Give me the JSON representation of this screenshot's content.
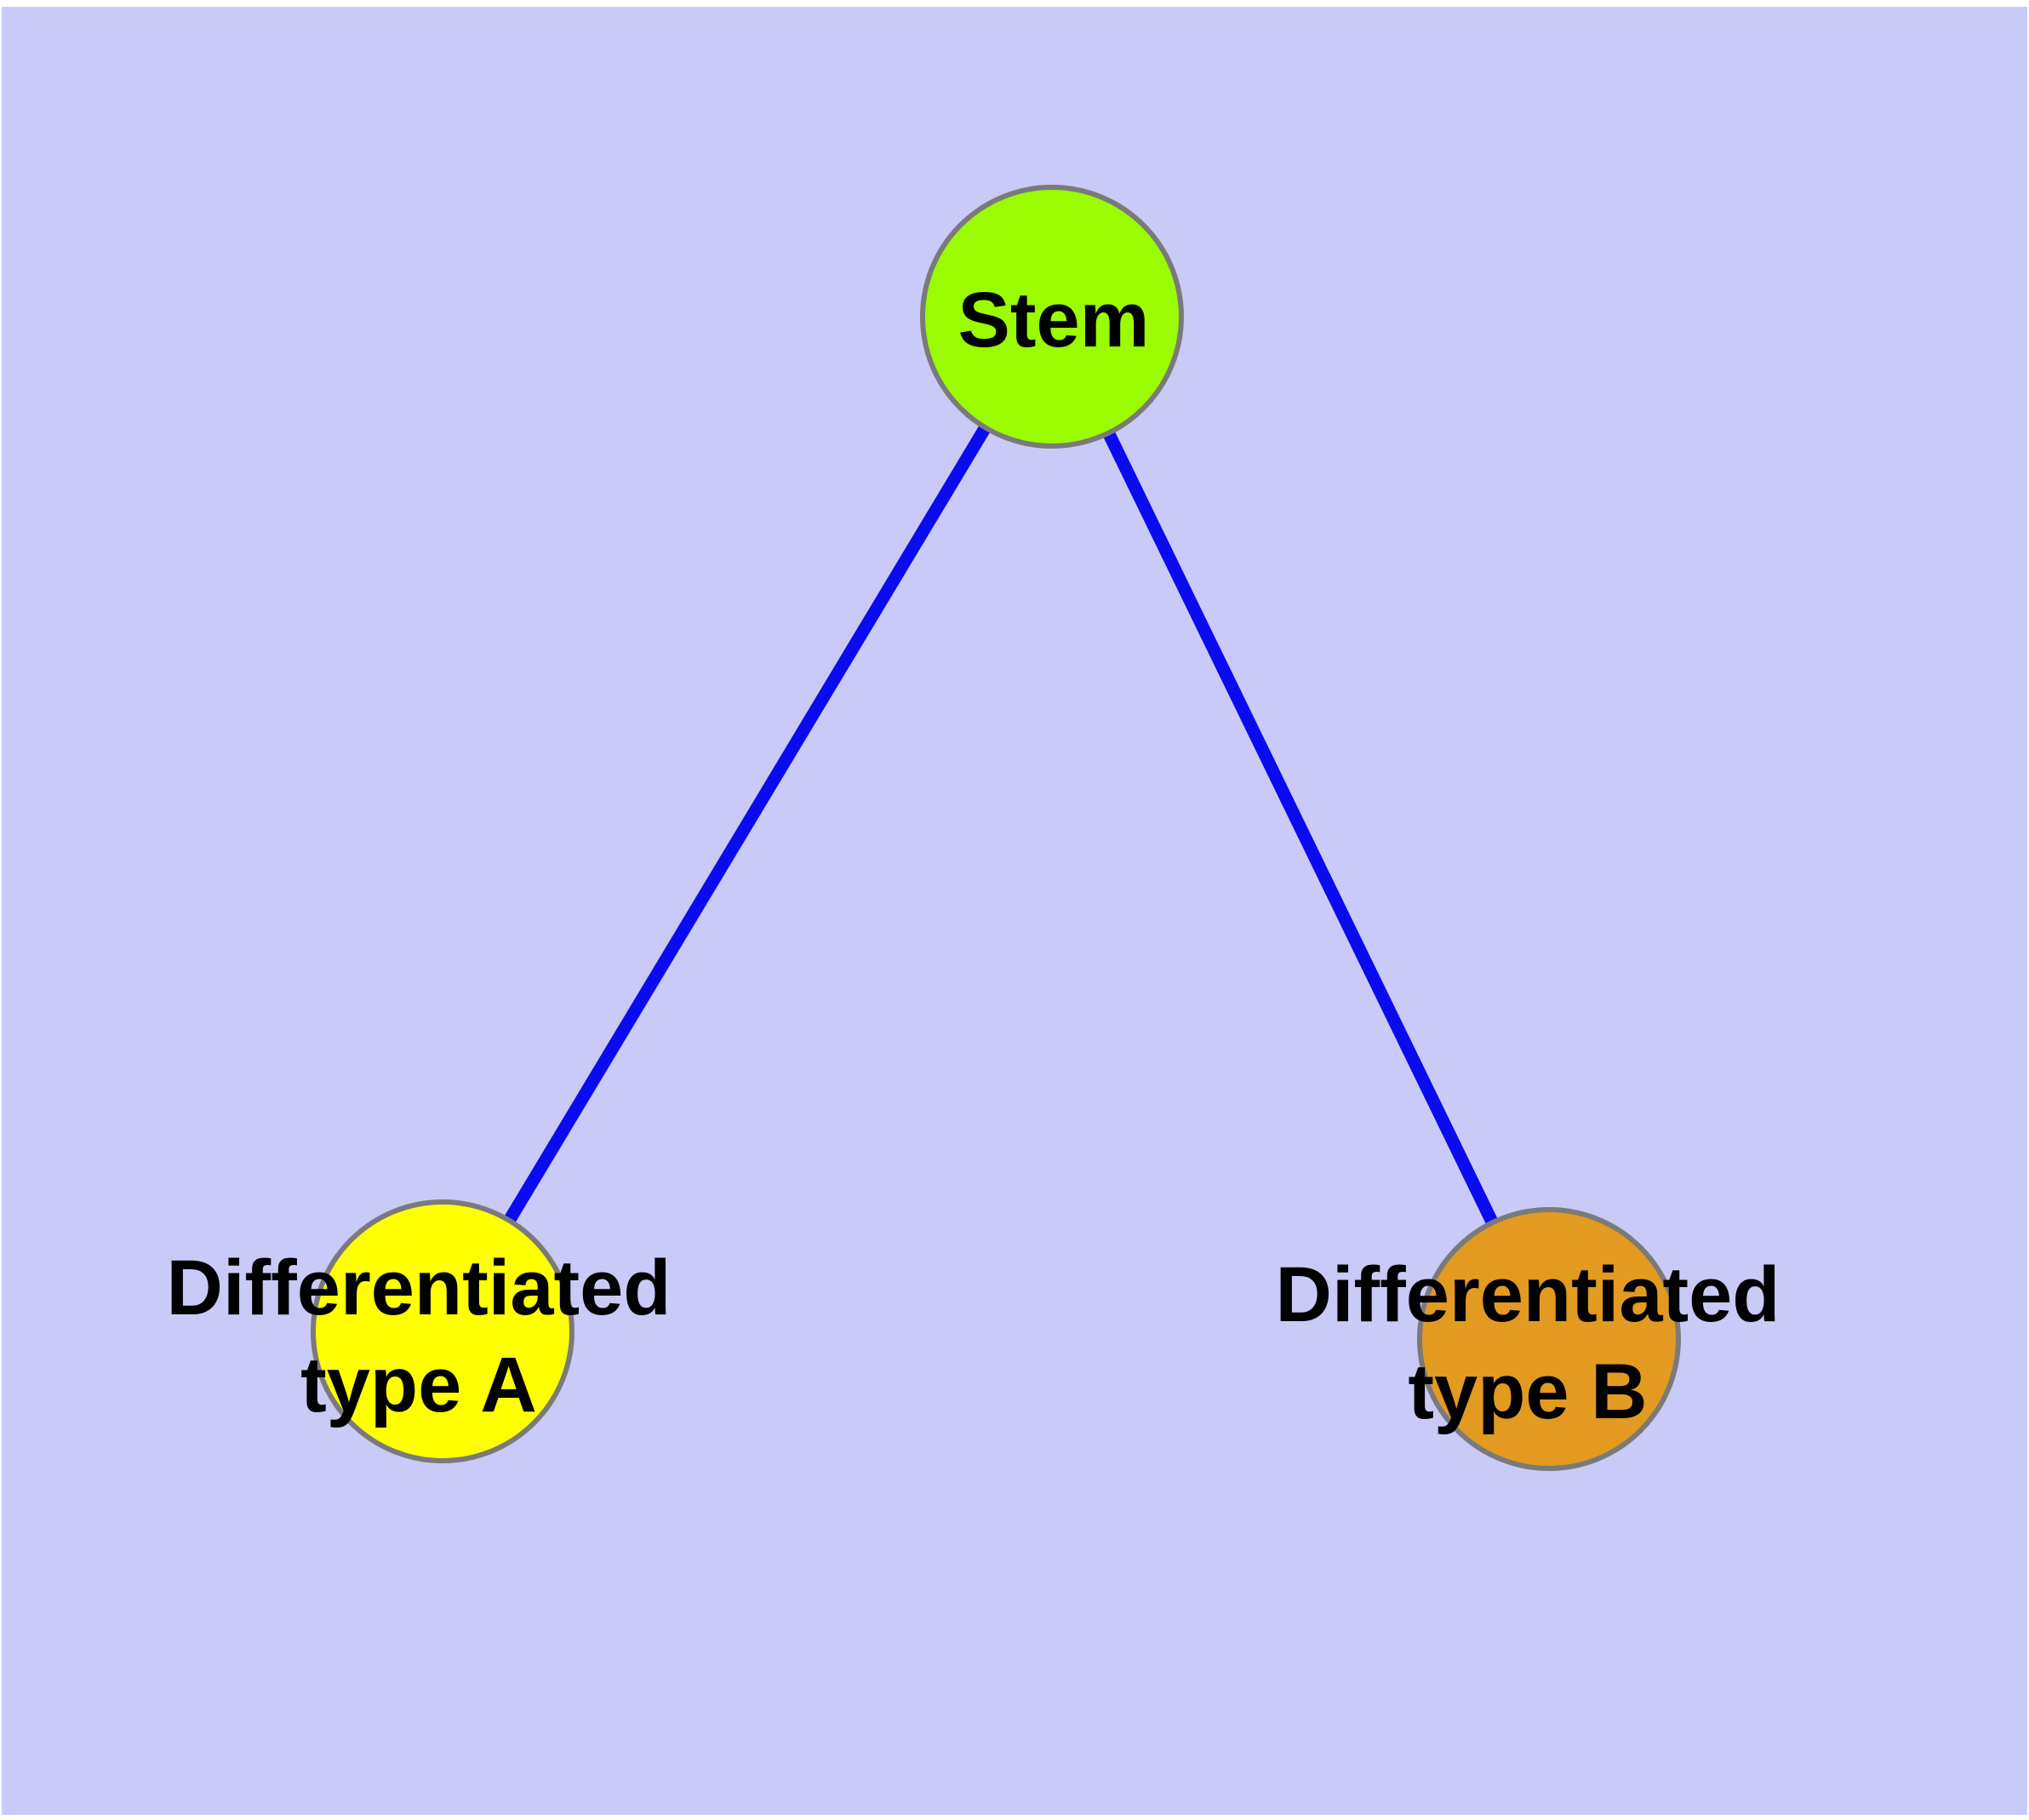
{
  "diagram": {
    "type": "node-link-graph",
    "nodes": {
      "stem": {
        "id": "stem",
        "label": "Stem",
        "fill": "#9BFB00"
      },
      "type_a": {
        "id": "type_a",
        "label": "Differentiated\ntype A",
        "fill": "#FFFF00"
      },
      "type_b": {
        "id": "type_b",
        "label": "Differentiated\ntype B",
        "fill": "#E29A20"
      }
    },
    "edges": [
      {
        "from": "stem",
        "to": "type_a"
      },
      {
        "from": "stem",
        "to": "type_b"
      }
    ],
    "colors": {
      "background": "#CACAF8",
      "page_margin": "#FFFFFF",
      "edge": "#0B0BF0",
      "node_border": "#7A7A7A",
      "label_text": "#000000"
    }
  }
}
